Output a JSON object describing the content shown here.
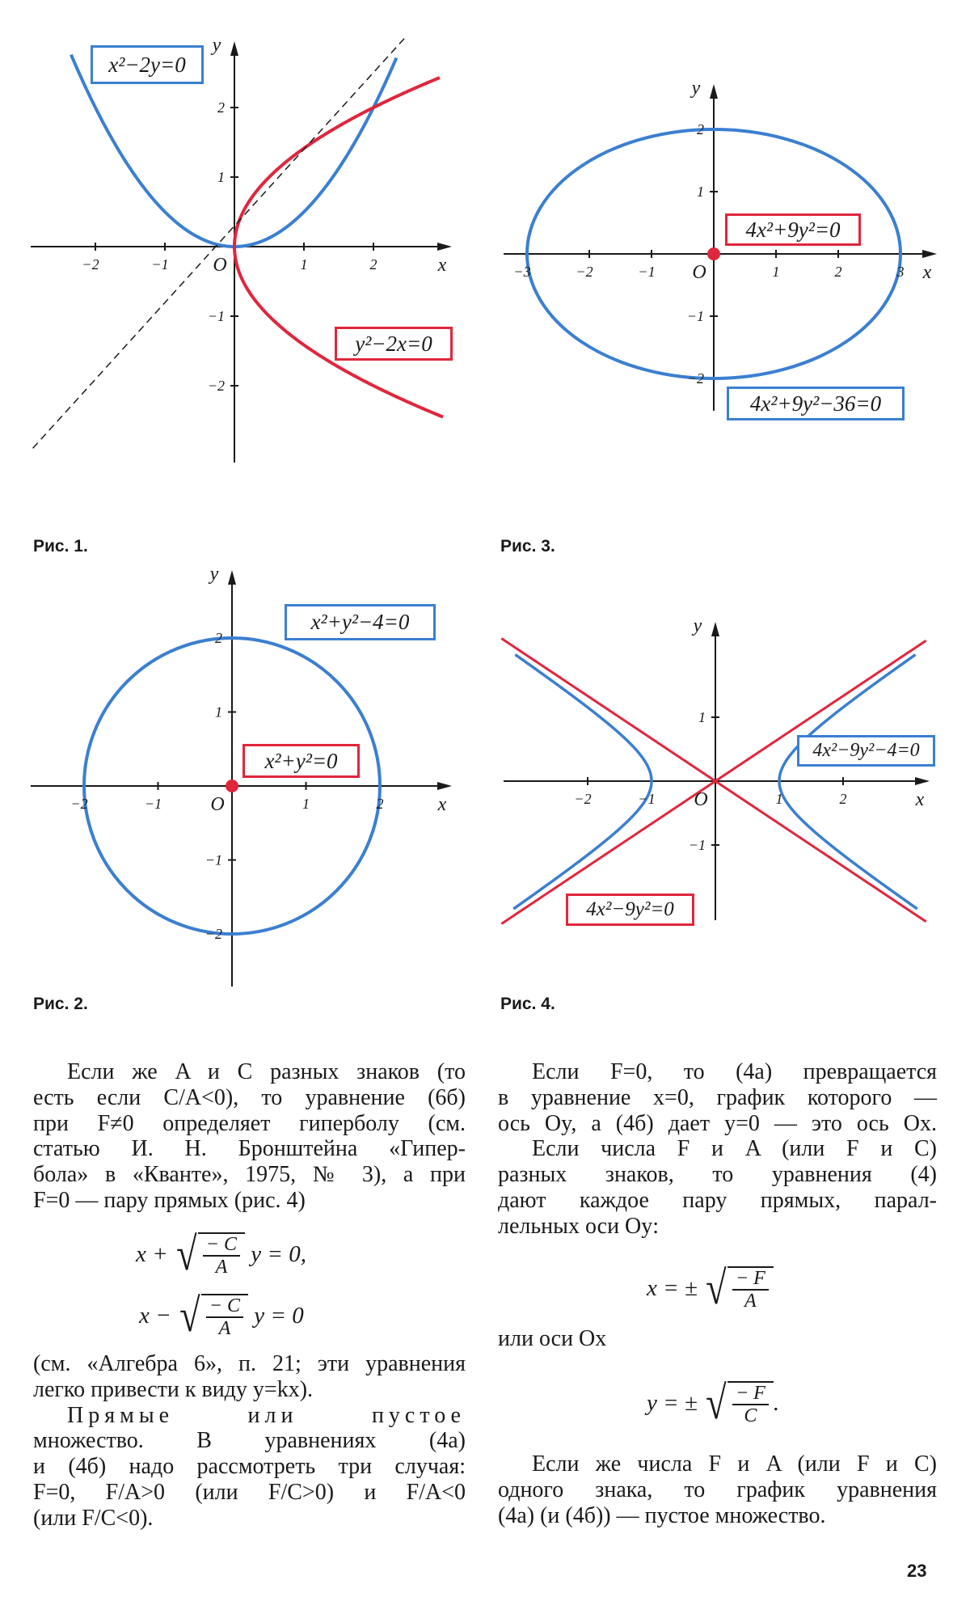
{
  "colors": {
    "blue": "#3b7fd1",
    "red": "#e0263c",
    "ink": "#1a1a1a"
  },
  "chart_data": [
    {
      "id": "fig1",
      "type": "line",
      "caption": "Рис. 1.",
      "xlabel": "x",
      "ylabel": "y",
      "origin_label": "O",
      "xticks": [
        "−2",
        "−1",
        "1",
        "2"
      ],
      "yticks": [
        "−2",
        "−1",
        "1",
        "2"
      ],
      "series": [
        {
          "name": "x²−2y=0",
          "color": "blue",
          "kind": "parabola_y"
        },
        {
          "name": "y²−2x=0",
          "color": "red",
          "kind": "parabola_x"
        },
        {
          "name": "y=x",
          "color": "ink",
          "kind": "dashed_line"
        }
      ],
      "labels": [
        "x²−2y=0",
        "y²−2x=0"
      ]
    },
    {
      "id": "fig3",
      "type": "line",
      "caption": "Рис. 3.",
      "xlabel": "x",
      "ylabel": "y",
      "origin_label": "O",
      "xticks": [
        "−3",
        "−2",
        "−1",
        "1",
        "2",
        "3"
      ],
      "yticks": [
        "−2",
        "−1",
        "1",
        "2"
      ],
      "series": [
        {
          "name": "4x²+9y²−36=0",
          "color": "blue",
          "kind": "ellipse",
          "a": 3,
          "b": 2
        },
        {
          "name": "4x²+9y²=0",
          "color": "red",
          "kind": "point",
          "x": 0,
          "y": 0
        }
      ],
      "labels": [
        "4x²+9y²=0",
        "4x²+9y²−36=0"
      ]
    },
    {
      "id": "fig2",
      "type": "line",
      "caption": "Рис. 2.",
      "xlabel": "x",
      "ylabel": "y",
      "origin_label": "O",
      "xticks": [
        "−2",
        "−1",
        "1",
        "2"
      ],
      "yticks": [
        "−2",
        "−1",
        "1",
        "2"
      ],
      "series": [
        {
          "name": "x²+y²−4=0",
          "color": "blue",
          "kind": "circle",
          "r": 2
        },
        {
          "name": "x²+y²=0",
          "color": "red",
          "kind": "point",
          "x": 0,
          "y": 0
        }
      ],
      "labels": [
        "x²+y²−4=0",
        "x²+y²=0"
      ]
    },
    {
      "id": "fig4",
      "type": "line",
      "caption": "Рис. 4.",
      "xlabel": "x",
      "ylabel": "y",
      "origin_label": "O",
      "xticks": [
        "−2",
        "−1",
        "1",
        "2"
      ],
      "yticks": [
        "−1",
        "1"
      ],
      "series": [
        {
          "name": "4x²−9y²−4=0",
          "color": "blue",
          "kind": "hyperbola",
          "a": 1,
          "b": 0.6667
        },
        {
          "name": "4x²−9y²=0",
          "color": "red",
          "kind": "asymptotes",
          "slope": 0.6667
        }
      ],
      "labels": [
        "4x²−9y²−4=0",
        "4x²−9y²=0"
      ]
    }
  ],
  "left": {
    "p1": [
      "Если же A и C разных знаков (то",
      "есть если C/A<0), то уравнение (6б)",
      "при F≠0 определяет гиперболу (см.",
      "статью И. Н. Бронштейна «Гипер-",
      "бола» в «Кванте», 1975, № 3), а при",
      "F=0 — пару прямых (рис. 4)"
    ],
    "f1": {
      "pre": "x + ",
      "num": "− C",
      "den": "A",
      "post": " y = 0,"
    },
    "f2": {
      "pre": "x − ",
      "num": "− C",
      "den": "A",
      "post": " y = 0"
    },
    "p2": [
      "(см. «Алгебра 6», п. 21; эти уравнения",
      "легко привести к виду y=kx)."
    ],
    "p3": [
      "Прямые или пустое",
      "множество. В уравнениях (4а)",
      "и (4б) надо рассмотреть три случая:",
      "F=0, F/A>0 (или F/C>0) и F/A<0",
      "(или F/C<0)."
    ]
  },
  "right": {
    "p1": [
      "Если F=0, то (4а) превращается",
      "в уравнение x=0, график которого —",
      "ось Oy, а (4б) дает y=0 — это ось Ox."
    ],
    "p2": [
      "Если числа F и A (или F и C)",
      "разных знаков, то уравнения (4)",
      "дают каждое пару прямых, парал-",
      "лельных оси Oy:"
    ],
    "f1": {
      "pre": "x = ± ",
      "num": "− F",
      "den": "A",
      "post": ""
    },
    "mid": "или оси Ox",
    "f2": {
      "pre": "y = ± ",
      "num": "− F",
      "den": "C",
      "post": "."
    },
    "p3": [
      "Если же числа F и A (или F и C)",
      "одного знака, то график уравнения",
      "(4а) (и (4б)) — пустое множество."
    ]
  },
  "page_number": "23"
}
